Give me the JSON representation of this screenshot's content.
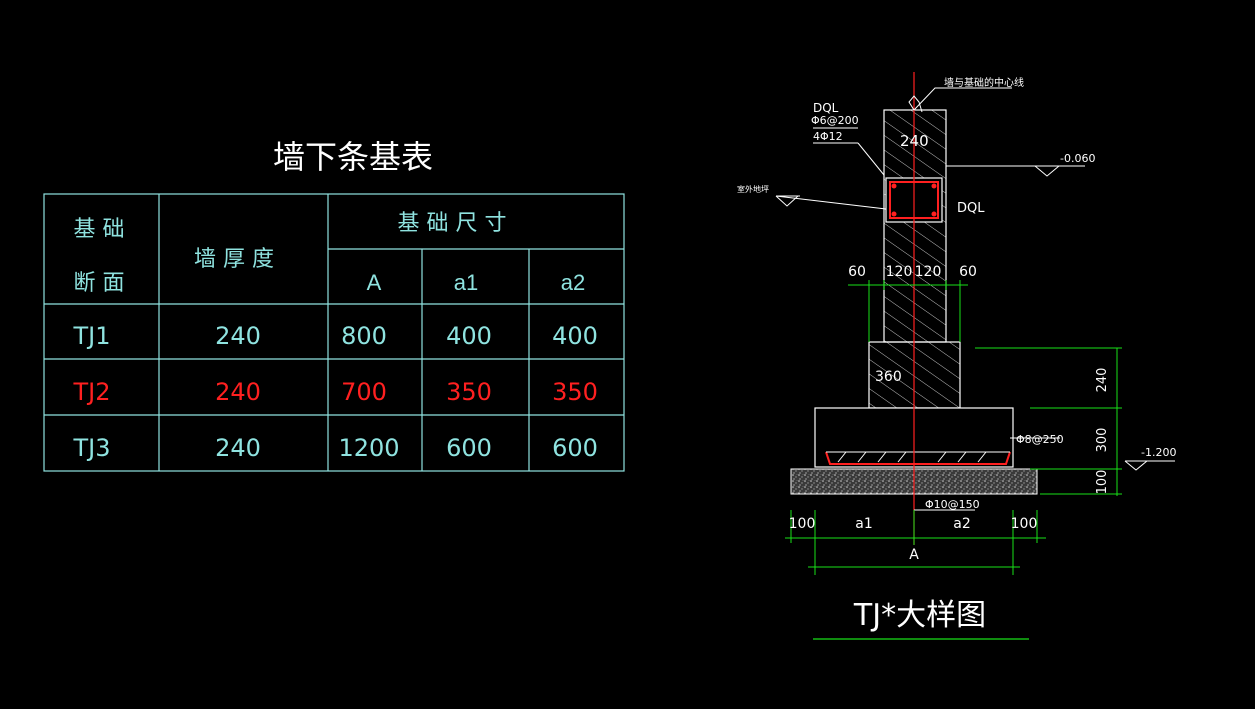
{
  "colors": {
    "background": "#000000",
    "white": "#ffffff",
    "cyan": "#8fe3e0",
    "red": "#ff2020",
    "green": "#18e018",
    "hatch": "#bfbfbf"
  },
  "table": {
    "title": "墙下条基表",
    "header_section": "基 础 断 面",
    "header_section_line1": "基 础",
    "header_section_line2": "断 面",
    "header_wall": "墙 厚 度",
    "header_size": "基 础 尺 寸",
    "col_A": "A",
    "col_a1": "a1",
    "col_a2": "a2",
    "rows": [
      {
        "name": "TJ1",
        "wall": "240",
        "A": "800",
        "a1": "400",
        "a2": "400",
        "highlight": false
      },
      {
        "name": "TJ2",
        "wall": "240",
        "A": "700",
        "a1": "350",
        "a2": "350",
        "highlight": true
      },
      {
        "name": "TJ3",
        "wall": "240",
        "A": "1200",
        "a1": "600",
        "a2": "600",
        "highlight": false
      }
    ]
  },
  "detail": {
    "title": "TJ*大样图",
    "centerline_note": "墙与基础的中心线",
    "dql_label_top": "DQL",
    "dql_rebar_stirrup": "Φ6@200",
    "dql_rebar_main": "4Φ12",
    "dql_label_side": "DQL",
    "indoor_note": "室外地坪",
    "elev_top": "-0.060",
    "elev_bottom": "-1.200",
    "wall_thk": "240",
    "dim_60_left": "60",
    "dim_120_left": "120",
    "dim_120_right": "120",
    "dim_60_right": "60",
    "step_width": "360",
    "rebar_top": "Φ8@250",
    "rebar_bottom": "Φ10@150",
    "dim_v_240": "240",
    "dim_v_300": "300",
    "dim_v_100": "100",
    "dim_b_100_left": "100",
    "dim_b_a1": "a1",
    "dim_b_a2": "a2",
    "dim_b_100_right": "100",
    "dim_b_A": "A"
  }
}
